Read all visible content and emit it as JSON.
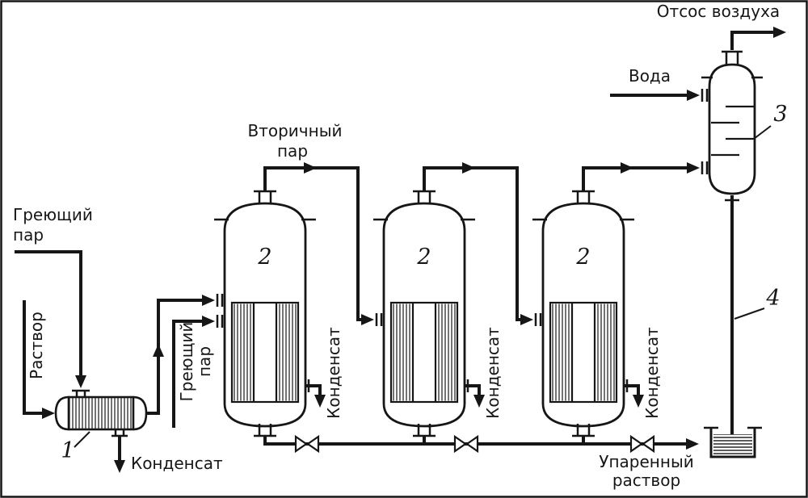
{
  "figure": {
    "labels": {
      "heating_steam_main": {
        "line1": "Греющий",
        "line2": "пар"
      },
      "solution_feed": "Раствор",
      "condensate_exchanger": "Конденсат",
      "heating_steam_effect1": {
        "line1": "Греющий",
        "line2": "пар"
      },
      "secondary_vapor": {
        "line1": "Вторичный",
        "line2": "пар"
      },
      "condensate_effect1": "Конденсат",
      "condensate_effect2": "Конденсат",
      "condensate_effect3": "Конденсат",
      "water": "Вода",
      "air_suction": "Отсос воздуха",
      "concentrated_solution": {
        "line1": "Упаренный",
        "line2": "раствор"
      }
    },
    "callouts": {
      "heat_exchanger": "1",
      "evaporator_1": "2",
      "evaporator_2": "2",
      "evaporator_3": "2",
      "condenser": "3",
      "barometric_pipe": "4"
    }
  }
}
